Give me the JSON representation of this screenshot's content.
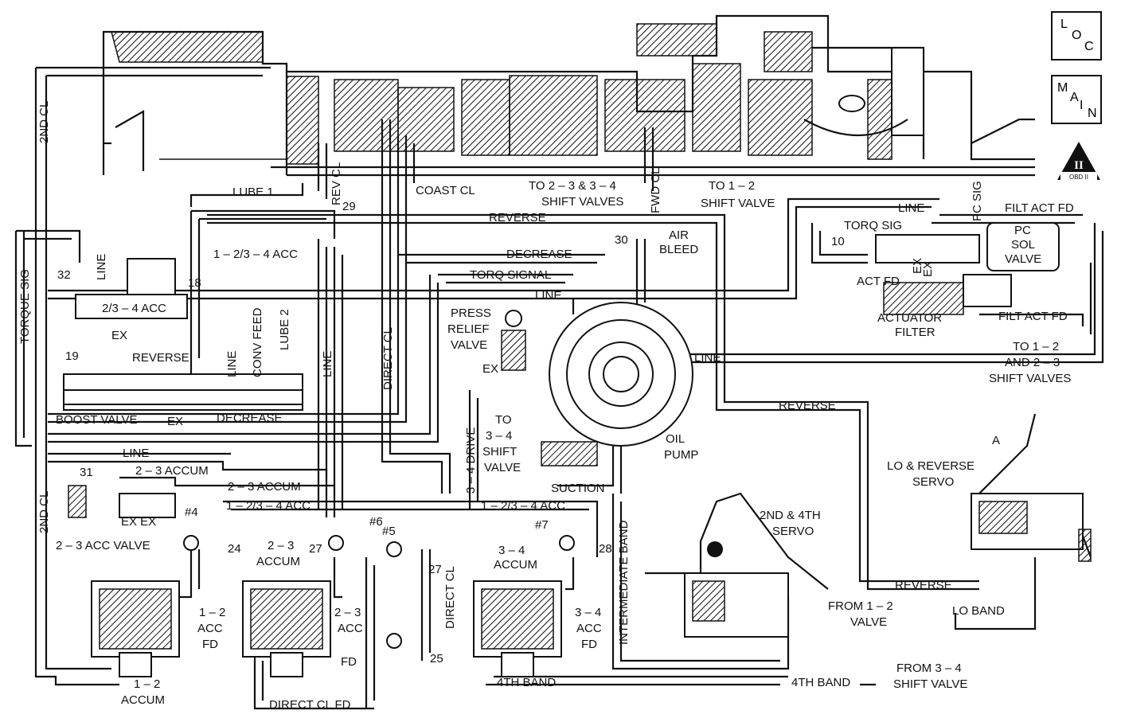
{
  "nav": {
    "loc": [
      "L",
      "O",
      "C"
    ],
    "main": [
      "M",
      "A",
      "I",
      "N"
    ],
    "obd_numeral": "II",
    "obd_text": "OBD II"
  },
  "labels": {
    "second_cl_top": "2ND CL",
    "second_cl_bottom": "2ND CL",
    "lube1": "LUBE 1",
    "rev_cl": "REV CL",
    "n29": "29",
    "coast_cl": "COAST CL",
    "to_23_34_a": "TO 2 – 3 & 3 – 4",
    "to_23_34_b": "SHIFT VALVES",
    "fwd_cl": "FWD CL",
    "to_12_a": "TO 1 – 2",
    "to_12_b": "SHIFT VALVE",
    "reverse_top": "REVERSE",
    "line_r": "LINE",
    "pc_sig": "PC SIG",
    "filt_act_fd_top": "FILT ACT FD",
    "torq_sig": "TORQ SIG",
    "n10": "10",
    "pc_sol_a": "PC",
    "pc_sol_b": "SOL",
    "pc_sol_c": "VALVE",
    "ex_r": "EX",
    "ex_r2": "EX",
    "act_fd": "ACT FD",
    "actuator_a": "ACTUATOR",
    "actuator_b": "FILTER",
    "filt_act_fd_bot": "FILT ACT FD",
    "to_12_23_a": "TO 1 – 2",
    "to_12_23_b": "AND 2 – 3",
    "to_12_23_c": "SHIFT VALVES",
    "torque_sig": "TORQUE SIG",
    "n32": "32",
    "line_l": "LINE",
    "acc_1234": "1 – 2/3 – 4 ACC",
    "n18": "18",
    "acc_234": "2/3 – 4 ACC",
    "ex_l": "EX",
    "conv_feed": "CONV FEED",
    "lube2": "LUBE 2",
    "line_v1": "LINE",
    "line_v2": "LINE",
    "n19": "19",
    "reverse_l": "REVERSE",
    "boost_valve": "BOOST VALVE",
    "ex_boost": "EX",
    "decrease_l": "DECREASE",
    "decrease_top": "DECREASE",
    "n30": "30",
    "air_a": "AIR",
    "air_b": "BLEED",
    "torq_signal": "TORQ SIGNAL",
    "line_mid": "LINE",
    "press_a": "PRESS",
    "press_b": "RELIEF",
    "press_c": "VALVE",
    "ex_press": "EX",
    "direct_cl_v": "DIRECT CL",
    "line_pump": "LINE",
    "reverse_mid": "REVERSE",
    "oil_a": "OIL",
    "oil_b": "PUMP",
    "to_34_a": "TO",
    "to_34_b": "3 – 4",
    "to_34_c": "SHIFT",
    "to_34_d": "VALVE",
    "drive_34": "3 – 4 DRIVE",
    "suction": "SUCTION",
    "lo_rev_a": "LO & REVERSE",
    "lo_rev_b": "SERVO",
    "line_low": "LINE",
    "n31": "31",
    "accum_23_a": "2 – 3 ACCUM",
    "accum_23_b": "2 – 3 ACCUM",
    "acc_1234_b": "1 – 2/3 – 4 ACC",
    "acc_1234_c": "1 – 2/3 – 4 ACC",
    "ex_ex": "EX EX",
    "acc_valve_23": "2 – 3 ACC VALVE",
    "c4": "#4",
    "c6": "#6",
    "c5": "#5",
    "c7": "#7",
    "n24": "24",
    "n27a": "27",
    "n27b": "27",
    "n28": "28",
    "n25": "25",
    "accum23_a": "2 – 3",
    "accum23_b": "ACCUM",
    "accum34_a": "3 – 4",
    "accum34_b": "ACCUM",
    "int_band": "INTERMEDIATE BAND",
    "servo24_a": "2ND & 4TH",
    "servo24_b": "SERVO",
    "direct_cl_v2": "DIRECT CL",
    "acc12_a": "1 – 2",
    "acc12_b": "ACC",
    "acc12_c": "FD",
    "acc23_a": "2 – 3",
    "acc23_b": "ACC",
    "acc23_c": "FD",
    "acc34_a": "3 – 4",
    "acc34_b": "ACC",
    "acc34_c": "FD",
    "reverse_bot": "REVERSE",
    "from12_a": "FROM 1 – 2",
    "from12_b": "VALVE",
    "lo_band": "LO BAND",
    "accum12_a": "1 – 2",
    "accum12_b": "ACCUM",
    "band4_a": "4TH BAND",
    "band4_b": "4TH BAND",
    "from34_a": "FROM 3 – 4",
    "from34_b": "SHIFT VALVE",
    "direct_cl_fd": "DIRECT CL FD",
    "a_top": "A"
  }
}
